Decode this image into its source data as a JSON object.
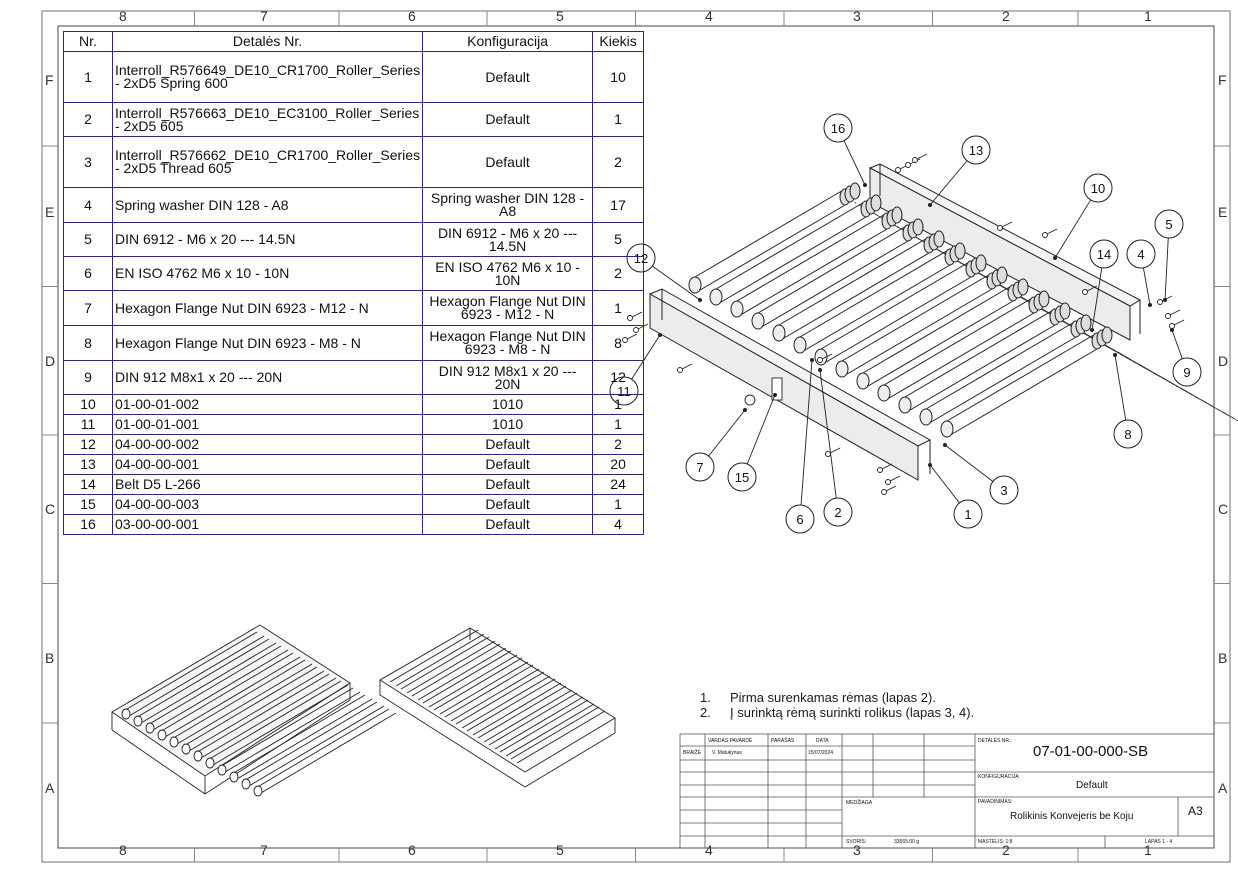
{
  "zones": {
    "cols": [
      "8",
      "7",
      "6",
      "5",
      "4",
      "3",
      "2",
      "1"
    ],
    "rows": [
      "F",
      "E",
      "D",
      "C",
      "B",
      "A"
    ]
  },
  "bom": {
    "headers": [
      "Nr.",
      "Detalės Nr.",
      "Konfiguracija",
      "Kiekis"
    ],
    "rows": [
      {
        "nr": "1",
        "det": "Interroll_R576649_DE10_CR1700_Roller_Series - 2xD5 Spring 600",
        "kon": "Default",
        "qty": "10"
      },
      {
        "nr": "2",
        "det": "Interroll_R576663_DE10_EC3100_Roller_Series - 2xD5 605",
        "kon": "Default",
        "qty": "1"
      },
      {
        "nr": "3",
        "det": "Interroll_R576662_DE10_CR1700_Roller_Series - 2xD5 Thread 605",
        "kon": "Default",
        "qty": "2"
      },
      {
        "nr": "4",
        "det": "Spring washer DIN 128 - A8",
        "kon": "Spring washer DIN 128 - A8",
        "qty": "17"
      },
      {
        "nr": "5",
        "det": "DIN 6912 - M6 x 20 --- 14.5N",
        "kon": "DIN 6912 - M6 x 20 --- 14.5N",
        "qty": "5"
      },
      {
        "nr": "6",
        "det": "EN ISO 4762 M6 x 10 - 10N",
        "kon": "EN ISO 4762 M6 x 10 - 10N",
        "qty": "2"
      },
      {
        "nr": "7",
        "det": "Hexagon Flange Nut DIN 6923 - M12 - N",
        "kon": "Hexagon Flange Nut DIN 6923 - M12 - N",
        "qty": "1"
      },
      {
        "nr": "8",
        "det": "Hexagon Flange Nut DIN 6923 - M8 - N",
        "kon": "Hexagon Flange Nut DIN 6923 - M8 - N",
        "qty": "8"
      },
      {
        "nr": "9",
        "det": "DIN 912 M8x1 x 20 --- 20N",
        "kon": "DIN 912 M8x1 x 20 --- 20N",
        "qty": "12"
      },
      {
        "nr": "10",
        "det": "01-00-01-002",
        "kon": "1010",
        "qty": "1"
      },
      {
        "nr": "11",
        "det": "01-00-01-001",
        "kon": "1010",
        "qty": "1"
      },
      {
        "nr": "12",
        "det": "04-00-00-002",
        "kon": "Default",
        "qty": "2"
      },
      {
        "nr": "13",
        "det": "04-00-00-001",
        "kon": "Default",
        "qty": "20"
      },
      {
        "nr": "14",
        "det": "Belt D5 L-266",
        "kon": "Default",
        "qty": "24"
      },
      {
        "nr": "15",
        "det": "04-00-00-003",
        "kon": "Default",
        "qty": "1"
      },
      {
        "nr": "16",
        "det": "03-00-00-001",
        "kon": "Default",
        "qty": "4"
      }
    ]
  },
  "balloons": [
    "16",
    "13",
    "10",
    "5",
    "4",
    "12",
    "14",
    "9",
    "11",
    "8",
    "7",
    "15",
    "3",
    "1",
    "6",
    "2"
  ],
  "notes": [
    {
      "n": "1.",
      "text": "Pirma surenkamas rėmas (lapas 2)."
    },
    {
      "n": "2.",
      "text": "Į surinktą rėmą surinkti rolikus (lapas 3, 4)."
    }
  ],
  "title_block": {
    "hdr_vardas": "VARDAS PAVARDĖ",
    "hdr_parasas": "PARAŠAS",
    "hdr_data": "DATA",
    "braize": "BRAIŽĖ",
    "author": "V. Matukynas",
    "date": "15/07/2024",
    "detales_nr_label": "DETALĖS NR.:",
    "detales_nr": "07-01-00-000-SB",
    "konfig_label": "KONFIGURACIJA:",
    "konfig": "Default",
    "medziaga_label": "MEDŽIAGA",
    "pavad_label": "PAVADINIMAS:",
    "pavad": "Rolikinis Konvejeris be Koju",
    "format": "A3",
    "svoris_label": "SVORIS:",
    "svoris": "33565.00 g",
    "mastelis": "MASTELIS: 1:8",
    "lapas": "LAPAS 1 - 4"
  }
}
